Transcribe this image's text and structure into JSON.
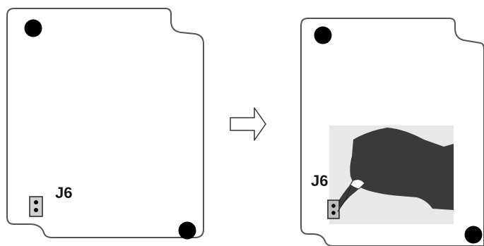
{
  "diagram": {
    "steps": [
      {
        "board_label": "J6",
        "state": "jumper-header"
      },
      {
        "board_label": "J6",
        "state": "hand-removing-jumper"
      }
    ],
    "arrow": "right-arrow-icon",
    "colors": {
      "outline": "#555555",
      "hole": "#000000",
      "hand": "#3a3a3a",
      "hand_background": "#e8e8e8",
      "connector_body": "#cfcfcf",
      "text": "#1a1a1a"
    }
  }
}
